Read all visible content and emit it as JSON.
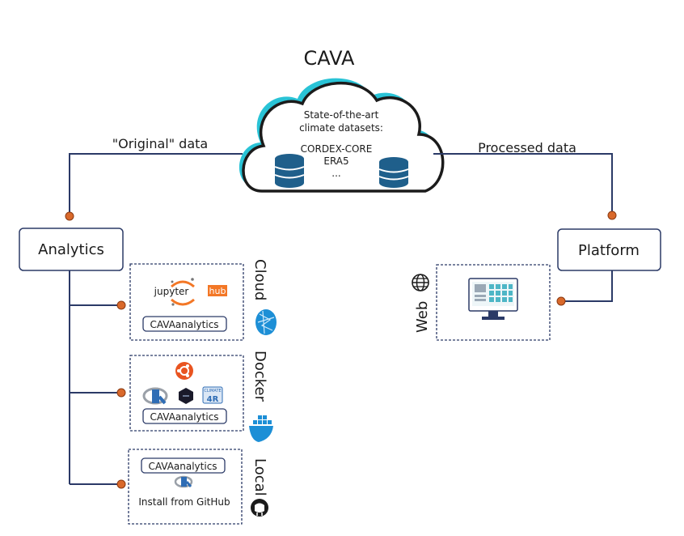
{
  "title": "CAVA",
  "cloud": {
    "line1": "State-of-the-art",
    "line2": "climate datasets:",
    "dataset1": "CORDEX-CORE",
    "dataset2": "ERA5",
    "more": "..."
  },
  "edges": {
    "left_label": "\"Original\" data",
    "right_label": "Processed data"
  },
  "analytics": {
    "label": "Analytics",
    "cloud": {
      "side_label": "Cloud",
      "logo_text_left": "jupyter",
      "logo_text_right": "hub",
      "package": "CAVAanalytics"
    },
    "docker": {
      "side_label": "Docker",
      "package": "CAVAanalytics",
      "climate_badge": "CLIMATE",
      "fourr": "4R"
    },
    "local": {
      "side_label": "Local",
      "package": "CAVAanalytics",
      "install_text": "Install from GitHub"
    }
  },
  "platform": {
    "label": "Platform",
    "web_label": "Web"
  },
  "colors": {
    "line": "#2b3a67",
    "dot": "#d9692b",
    "cloud_accent": "#29c3d6",
    "db": "#1f5f8b",
    "ubuntu": "#e95420",
    "docker": "#1d8fd6",
    "jupyter": "#f37726"
  }
}
